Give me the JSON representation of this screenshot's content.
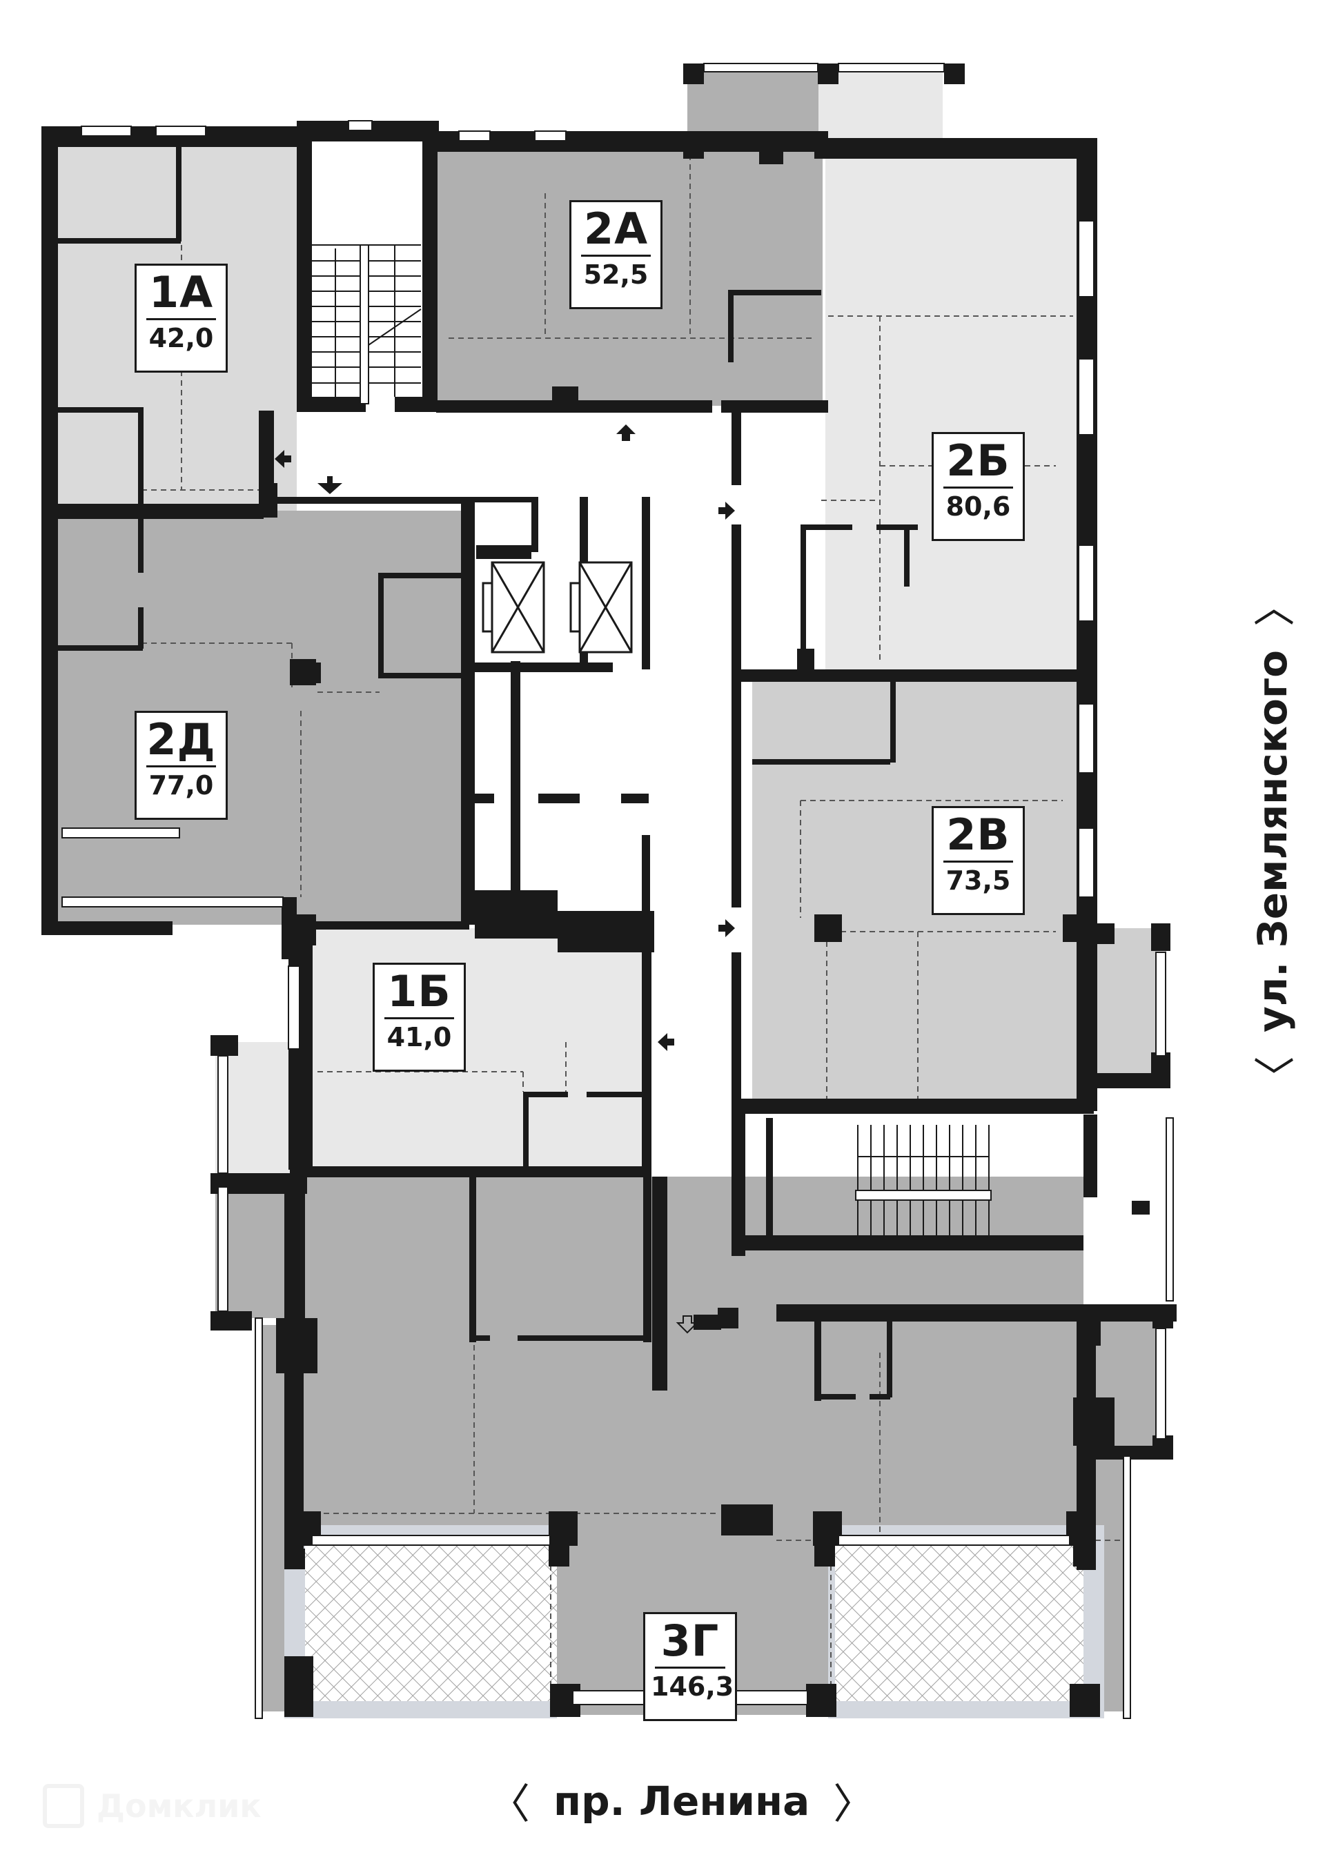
{
  "colors": {
    "wall": "#1a1a1a",
    "corridor": "#ffffff",
    "light_unit": "#e8e8e8",
    "mid_unit": "#cfcfcf",
    "dark_unit": "#b0b0b0",
    "terrace": "#d3d7de",
    "hatch": "#9a9a9a"
  },
  "units": [
    {
      "code": "1А",
      "area": "42,0",
      "fill": "#dadada"
    },
    {
      "code": "2А",
      "area": "52,5",
      "fill": "#b0b0b0"
    },
    {
      "code": "2Б",
      "area": "80,6",
      "fill": "#e8e8e8"
    },
    {
      "code": "2Д",
      "area": "77,0",
      "fill": "#b0b0b0"
    },
    {
      "code": "2В",
      "area": "73,5",
      "fill": "#cfcfcf"
    },
    {
      "code": "1Б",
      "area": "41,0",
      "fill": "#e8e8e8"
    },
    {
      "code": "3Г",
      "area": "146,3",
      "fill": "#b0b0b0"
    }
  ],
  "streets": {
    "bottom": "пр. Ленина",
    "right": "ул. Землянского",
    "chevron_left": "〈",
    "chevron_right": "〉"
  },
  "watermark": "Домклик"
}
